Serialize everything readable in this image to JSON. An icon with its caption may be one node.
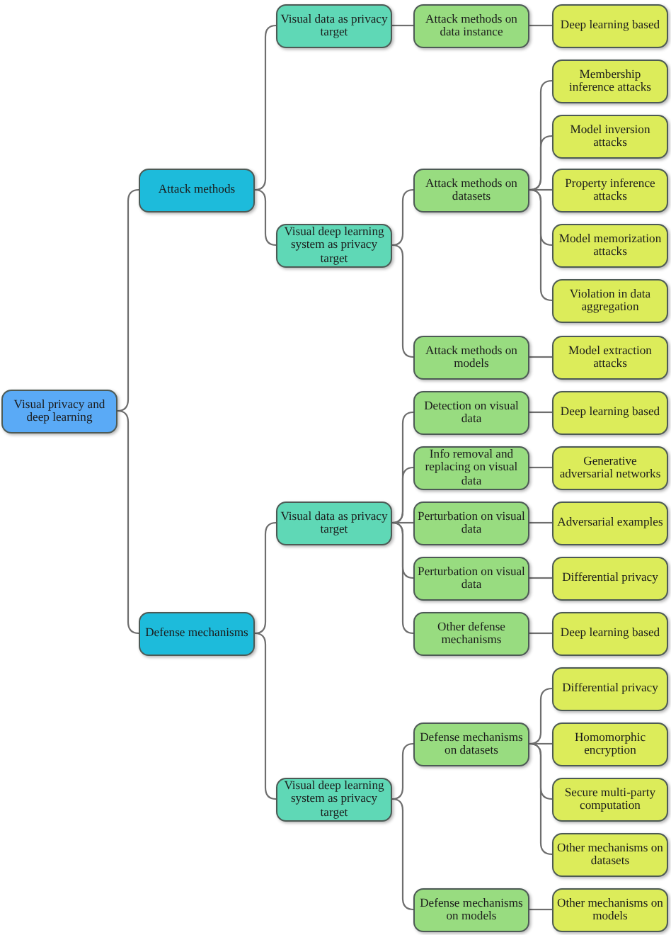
{
  "diagram": {
    "nodes": [
      {
        "text": [
          "Visual privacy and deep learning"
        ]
      },
      {
        "text": [
          "Attack methods"
        ]
      },
      {
        "text": [
          "Visual data as privacy target"
        ]
      },
      {
        "text": [
          "Attack methods on data instance"
        ]
      },
      {
        "text": [
          "Deep learning based"
        ]
      },
      {
        "text": [
          "Visual deep learning system as privacy target"
        ]
      },
      {
        "text": [
          "Attack methods on datasets"
        ]
      },
      {
        "text": [
          "Membership inference attacks"
        ]
      },
      {
        "text": [
          "Model inversion attacks"
        ]
      },
      {
        "text": [
          "Property inference attacks"
        ]
      },
      {
        "text": [
          "Model memorization attacks"
        ]
      },
      {
        "text": [
          "Violation in data aggregation"
        ]
      },
      {
        "text": [
          "Attack methods on models"
        ]
      },
      {
        "text": [
          "Model extraction attacks"
        ]
      },
      {
        "text": [
          "Defense mechanisms"
        ]
      },
      {
        "text": [
          "Visual data as privacy target"
        ]
      },
      {
        "text": [
          "Detection on visual data"
        ]
      },
      {
        "text": [
          "Deep learning based"
        ]
      },
      {
        "text": [
          "Info removal and replacing on visual data"
        ]
      },
      {
        "text": [
          "Generative adversarial networks"
        ]
      },
      {
        "text": [
          "Perturbation on visual data"
        ]
      },
      {
        "text": [
          "Adversarial examples"
        ]
      },
      {
        "text": [
          "Perturbation on visual data"
        ]
      },
      {
        "text": [
          "Differential privacy"
        ]
      },
      {
        "text": [
          "Other defense mechanisms"
        ]
      },
      {
        "text": [
          "Deep learning based"
        ]
      },
      {
        "text": [
          "Visual deep learning system as privacy target"
        ]
      },
      {
        "text": [
          "Defense mechanisms on datasets"
        ]
      },
      {
        "text": [
          "Differential privacy"
        ]
      },
      {
        "text": [
          "Homomorphic encryption"
        ]
      },
      {
        "text": [
          "Secure multi-party computation"
        ]
      },
      {
        "text": [
          "Other mechanisms on datasets"
        ]
      },
      {
        "text": [
          "Defense mechanisms on models"
        ]
      },
      {
        "text": [
          "Other mechanisms on models"
        ]
      }
    ],
    "edges": [
      {
        "from": 0,
        "to": 1,
        "arrow": "none"
      },
      {
        "from": 1,
        "to": 2,
        "arrow": "none"
      },
      {
        "from": 2,
        "to": 3,
        "arrow": "none"
      },
      {
        "from": 3,
        "to": 4,
        "arrow": "none"
      },
      {
        "from": 1,
        "to": 5,
        "arrow": "none"
      },
      {
        "from": 5,
        "to": 6,
        "arrow": "none"
      },
      {
        "from": 6,
        "to": 7,
        "arrow": "none"
      },
      {
        "from": 6,
        "to": 8,
        "arrow": "none"
      },
      {
        "from": 6,
        "to": 9,
        "arrow": "none"
      },
      {
        "from": 6,
        "to": 10,
        "arrow": "none"
      },
      {
        "from": 6,
        "to": 11,
        "arrow": "none"
      },
      {
        "from": 5,
        "to": 12,
        "arrow": "none"
      },
      {
        "from": 12,
        "to": 13,
        "arrow": "none"
      },
      {
        "from": 0,
        "to": 14,
        "arrow": "none"
      },
      {
        "from": 14,
        "to": 15,
        "arrow": "none"
      },
      {
        "from": 15,
        "to": 16,
        "arrow": "none"
      },
      {
        "from": 16,
        "to": 17,
        "arrow": "none"
      },
      {
        "from": 15,
        "to": 18,
        "arrow": "none"
      },
      {
        "from": 18,
        "to": 19,
        "arrow": "none"
      },
      {
        "from": 15,
        "to": 20,
        "arrow": "none"
      },
      {
        "from": 20,
        "to": 21,
        "arrow": "none"
      },
      {
        "from": 15,
        "to": 22,
        "arrow": "none"
      },
      {
        "from": 22,
        "to": 23,
        "arrow": "none"
      },
      {
        "from": 15,
        "to": 24,
        "arrow": "none"
      },
      {
        "from": 24,
        "to": 25,
        "arrow": "none"
      },
      {
        "from": 14,
        "to": 26,
        "arrow": "none"
      },
      {
        "from": 26,
        "to": 27,
        "arrow": "none"
      },
      {
        "from": 27,
        "to": 28,
        "arrow": "none"
      },
      {
        "from": 27,
        "to": 29,
        "arrow": "none"
      },
      {
        "from": 27,
        "to": 30,
        "arrow": "none"
      },
      {
        "from": 27,
        "to": 31,
        "arrow": "none"
      },
      {
        "from": 26,
        "to": 32,
        "arrow": "none"
      },
      {
        "from": 32,
        "to": 33,
        "arrow": "none"
      }
    ]
  }
}
